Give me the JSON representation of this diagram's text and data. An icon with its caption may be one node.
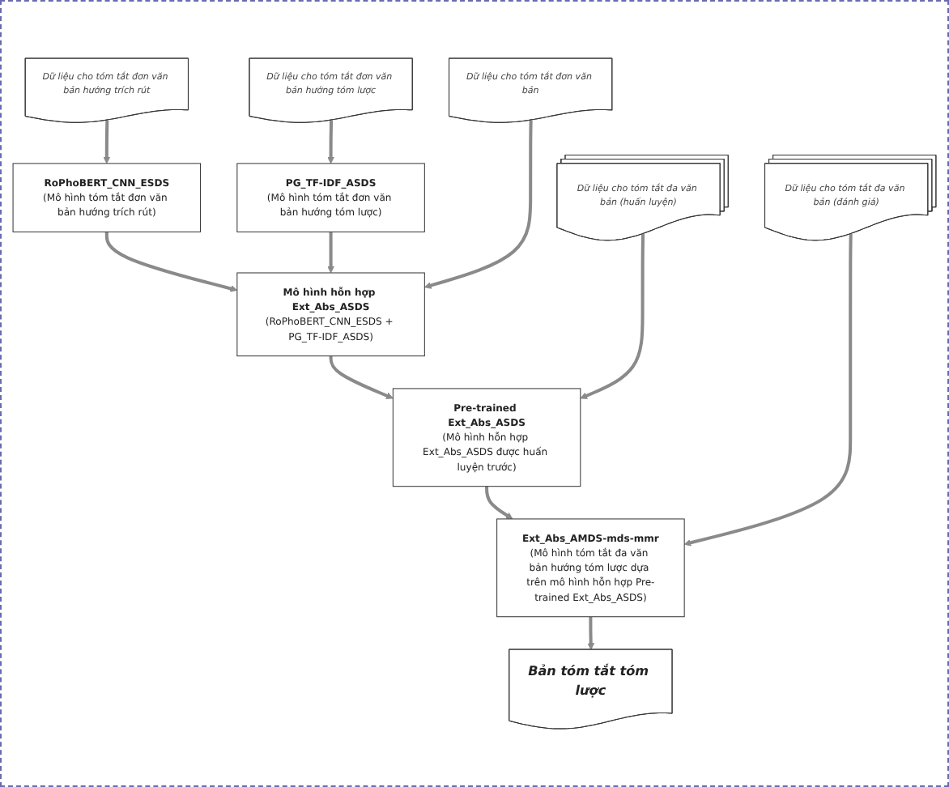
{
  "diagram": {
    "nodes": [
      {
        "text": [
          "Dữ liệu cho tóm tắt đơn văn bản"
        ]
      },
      {
        "text": [
          "Dữ liệu cho tóm tắt đa văn bản (huấn luyện)"
        ]
      },
      {
        "text": [
          "Dữ liệu cho tóm tắt đa văn bản (đánh giá)"
        ]
      },
      {
        "text": [
          "Dữ liệu cho tóm tắt đơn văn bản hướng trích rút"
        ]
      },
      {
        "text": [
          "RoPhoBERT_CNN_ESDS",
          "(Mô hình tóm tắt đơn văn bản hướng trích rút)"
        ]
      },
      {
        "text": [
          "Dữ liệu cho tóm tắt đơn văn bản hướng tóm lược"
        ]
      },
      {
        "text": [
          "PG_TF-IDF_ASDS",
          "(Mô hình tóm tắt đơn văn bản hướng tóm lược)"
        ]
      },
      {
        "text": [
          "Mô hình hỗn hợp Ext_Abs_ASDS",
          "(RoPhoBERT_CNN_ESDS + PG_TF-IDF_ASDS)"
        ]
      },
      {
        "text": [
          "Pre-trained Ext_Abs_ASDS",
          "(Mô hình hỗn hợp Ext_Abs_ASDS được huấn luyện trước)"
        ]
      },
      {
        "text": [
          "Ext_Abs_AMDS-mds-mmr",
          "(Mô hình tóm tắt đa văn bản hướng tóm lược dựa trên mô hình hỗn hợp Pre-trained Ext_Abs_ASDS)"
        ]
      },
      {
        "text": [
          "Bản tóm tắt tóm lược"
        ]
      }
    ],
    "edges": [
      {
        "from": 3,
        "to": 4,
        "arrow": "to"
      },
      {
        "from": 4,
        "to": 7,
        "arrow": "to"
      },
      {
        "from": 5,
        "to": 6,
        "arrow": "to"
      },
      {
        "from": 6,
        "to": 7,
        "arrow": "to"
      },
      {
        "from": 0,
        "to": 7,
        "arrow": "to"
      },
      {
        "from": 7,
        "to": 8,
        "arrow": "to"
      },
      {
        "from": 1,
        "to": 8,
        "arrow": "to"
      },
      {
        "from": 8,
        "to": 9,
        "arrow": "to"
      },
      {
        "from": 2,
        "to": 9,
        "arrow": "to"
      },
      {
        "from": 9,
        "to": 10,
        "arrow": "to"
      }
    ]
  }
}
